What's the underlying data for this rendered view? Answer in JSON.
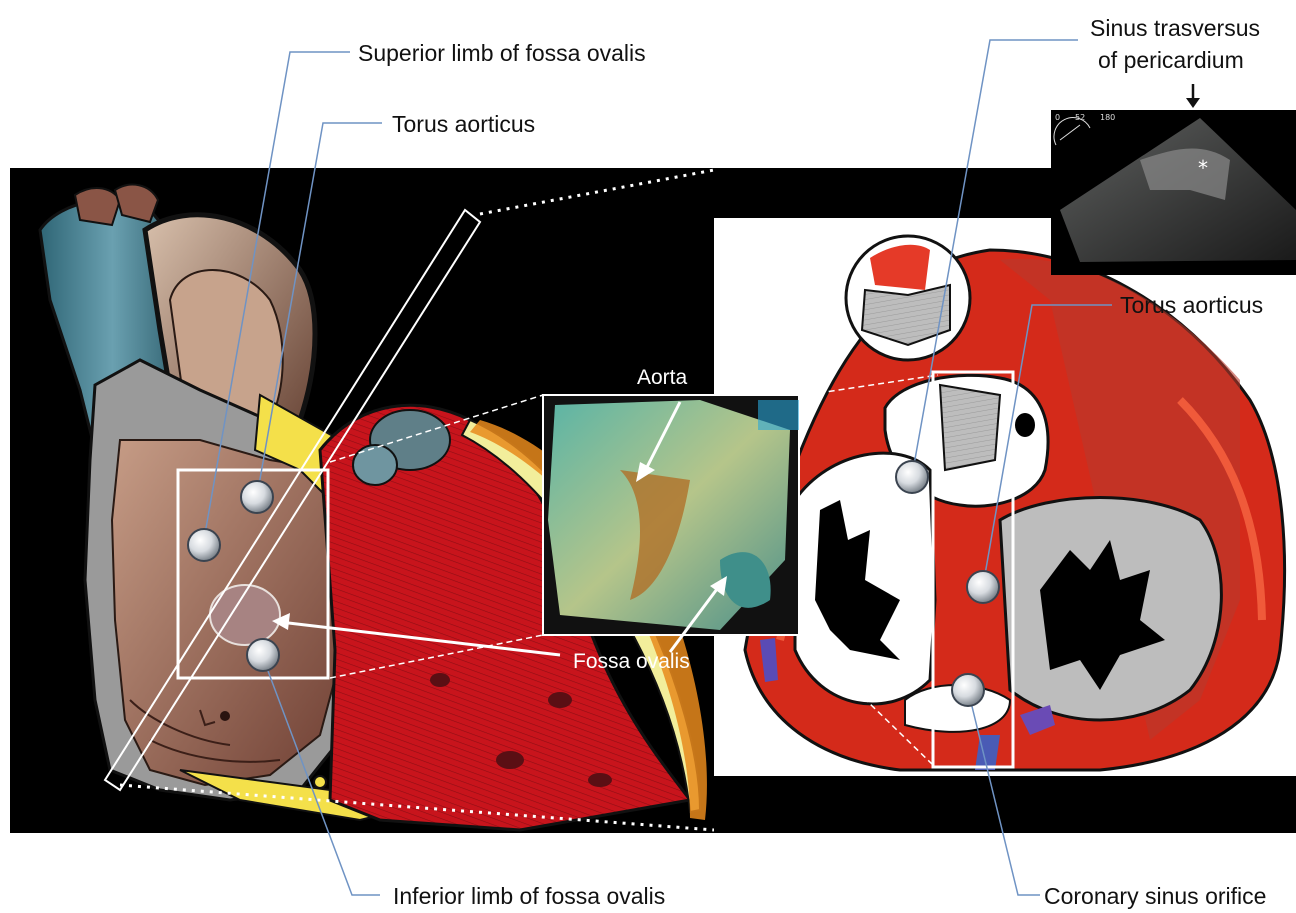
{
  "labels": {
    "superior_limb": "Superior limb of fossa ovalis",
    "torus_left": "Torus aorticus",
    "inferior_limb": "Inferior limb of fossa ovalis",
    "sinus_line1": "Sinus trasversus",
    "sinus_line2": "of pericardium",
    "torus_right": "Torus aorticus",
    "coronary_sinus": "Coronary sinus orifice",
    "aorta": "Aorta",
    "fossa_ovalis": "Fossa ovalis",
    "echo_scale_0": "0",
    "echo_scale_1": "52",
    "echo_scale_2": "180",
    "echo_asterisk": "*"
  },
  "colors": {
    "leader_line": "#6f93c4",
    "panel_bg": "#000000",
    "muscle_red": "#c8141c",
    "vessel_teal": "#3f7f90",
    "atrial_brown": "#8a5546",
    "fat_yellow": "#f4e04a",
    "annulus_red": "#e0331f"
  },
  "icons": [
    "marker-sphere",
    "down-arrow"
  ]
}
